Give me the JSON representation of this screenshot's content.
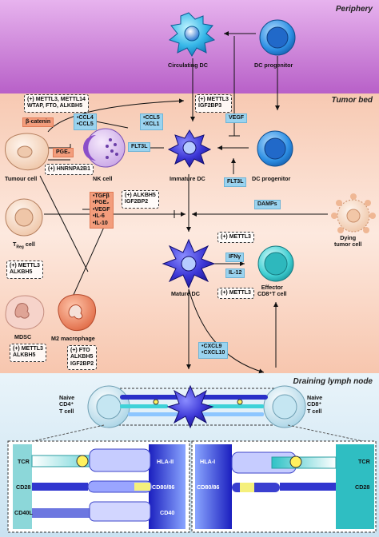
{
  "zones": {
    "periphery": "Periphery",
    "tumor_bed": "Tumor bed",
    "lymph_node": "Draining lymph node"
  },
  "cells": {
    "circulating_dc": "Circulating DC",
    "dc_progenitor_top": "DC progenitor",
    "tumour_cell": "Tumour cell",
    "nk_cell": "NK cell",
    "immature_dc": "Immature DC",
    "dc_progenitor_mid": "DC progenitor",
    "treg_cell_main": "T",
    "treg_cell_sub": "Reg",
    "treg_cell_suffix": "cell",
    "dying_tumor_cell": "Dying\ntumor cell",
    "mature_dc": "Mature DC",
    "effector_t_cell": "Effector\nCD8⁺T cell",
    "mdsc": "MDSC",
    "m2_macrophage": "M2 macrophage",
    "naive_cd4": "Naive\nCD4⁺\nT cell",
    "naive_cd8": "Naive\nCD8⁺\nT cell"
  },
  "boxes": {
    "mettl3_group": "(+) METTL3, METTL14\nWTAP, FTO, ALKBH5",
    "beta_catenin": "β-catenin",
    "ccl4_ccl5": "•CCL4\n•CCL5",
    "ccl5_xcl1": "•CCL5\n•XCL1",
    "mettl3_igf2bp3": "(+) METTL3\nIGF2BP3",
    "vegf_top": "VEGF",
    "pge2": "PGE₂",
    "hnrnpa2b1": "(+) HNRNPA2B1",
    "flt3l_mid": "FLT3L",
    "flt3l_right": "FLT3L",
    "suppressive_factors": "•TGFβ\n•PGE₂\n•VEGF\n•IL-6\n•IL-10",
    "alkbh5_igf2bp2": "(+) ALKBH5\nIGF2BP2",
    "damps": "DAMPs",
    "mettl3_alkbh5_treg": "(+) METTL3\nALKBH5",
    "mettl3_right_top": "(+) METTL3",
    "ifng": "IFNγ",
    "il12": "IL-12",
    "mettl3_right_bottom": "(+) METTL3",
    "mettl3_alkbh5_mdsc": "(+) METTL3\nALKBH5",
    "fto_group": "(+) FTO\nALKBH5\nIGF2BP2",
    "cxcl9_cxcl10": "•CXCL9\n•CXCL10"
  },
  "synapse": {
    "left": {
      "tcr": "TCR",
      "cd28": "CD28",
      "cd40l": "CD40L",
      "hla_ii": "HLA-II",
      "cd80_86": "CD80/86",
      "cd40": "CD40"
    },
    "right": {
      "hla_i": "HLA-I",
      "cd80_86": "CD80/86",
      "tcr": "TCR",
      "cd28": "CD28"
    }
  },
  "colors": {
    "periphery_bg": "#c677d4",
    "tumor_bed_bg": "#f7cbb6",
    "lymph_node_bg": "#dcecf6",
    "dc_blue": "#3d3ad8",
    "progenitor_blue": "#1f8fe0",
    "cyan_cell": "#34c5c9",
    "tumor_cell": "#f4d7c2",
    "nk_purple": "#8c5ac8",
    "mdsc_pink": "#f2c2b8",
    "m2_orange": "#f08060",
    "signal_blue": "#9ad3ef",
    "signal_salmon": "#f39d7c"
  }
}
